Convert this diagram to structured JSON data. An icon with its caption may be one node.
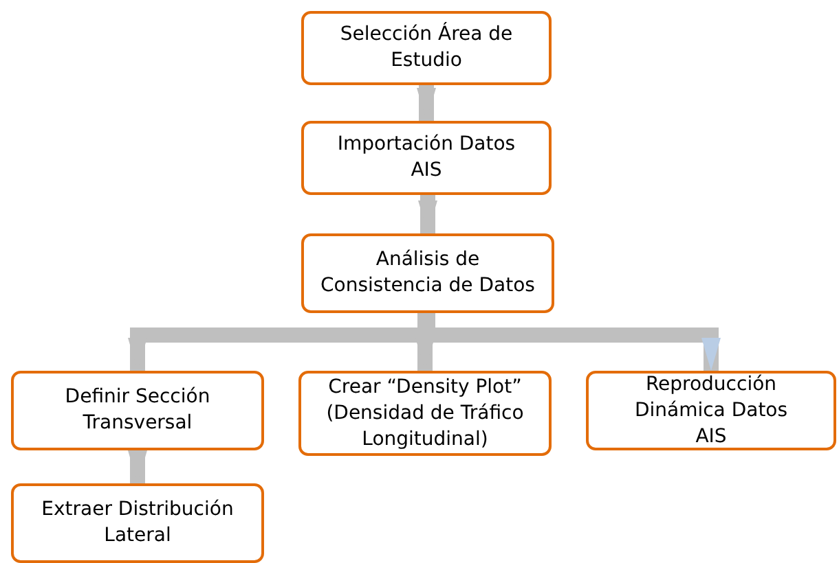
{
  "diagram": {
    "nodes": [
      {
        "text": [
          "Selección Área de Estudio"
        ]
      },
      {
        "text": [
          "Importación Datos AIS"
        ]
      },
      {
        "text": [
          "Análisis de Consistencia de Datos"
        ]
      },
      {
        "text": [
          "Definir Sección Transversal"
        ]
      },
      {
        "text": [
          "Crear “Density Plot” (Densidad de Tráfico Longitudinal)"
        ]
      },
      {
        "text": [
          "Reproducción Dinámica Datos AIS"
        ]
      },
      {
        "text": [
          "Extraer Distribución Lateral"
        ]
      }
    ],
    "edges": [
      {
        "from": 0,
        "to": 1,
        "arrow": "to"
      },
      {
        "from": 1,
        "to": 2,
        "arrow": "to"
      },
      {
        "from": 2,
        "to": 3,
        "arrow": "to"
      },
      {
        "from": 2,
        "to": 4,
        "arrow": "to"
      },
      {
        "from": 2,
        "to": 5,
        "arrow": "to",
        "color": "#b9cde5"
      },
      {
        "from": 3,
        "to": 6,
        "arrow": "to"
      }
    ]
  }
}
